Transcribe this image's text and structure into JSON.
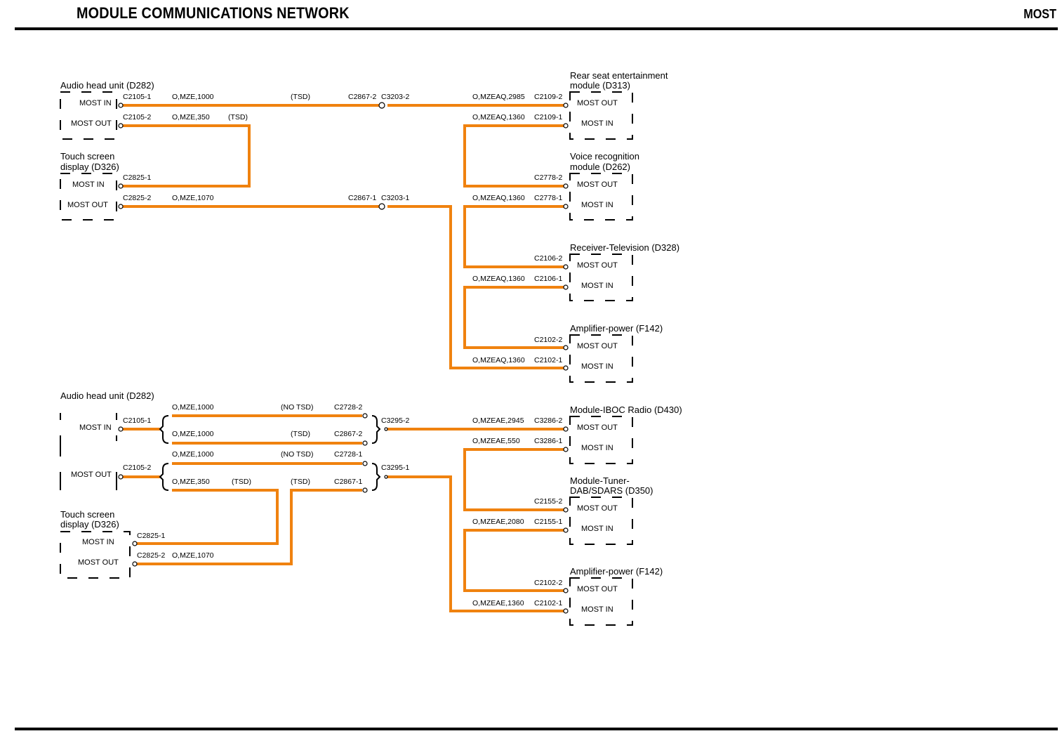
{
  "header": {
    "title": "MODULE COMMUNICATIONS NETWORK",
    "tag": "MOST"
  },
  "colors": {
    "wire": "#f0820f",
    "line": "#000000"
  },
  "modules": {
    "ahu1": "Audio head unit (D282)",
    "tsd1a": "Touch screen",
    "tsd1b": "display (D326)",
    "rse_a": "Rear seat entertainment",
    "rse_b": "module (D313)",
    "vrm_a": "Voice recognition",
    "vrm_b": "module (D262)",
    "rtv": "Receiver-Television (D328)",
    "amp1": "Amplifier-power (F142)",
    "ahu2": "Audio head unit (D282)",
    "tsd2a": "Touch screen",
    "tsd2b": "display (D326)",
    "iboc": "Module-IBOC Radio (D430)",
    "tuner_a": "Module-Tuner-",
    "tuner_b": "DAB/SDARS (D350)",
    "amp2": "Amplifier-power (F142)"
  },
  "pins": {
    "most_in": "MOST IN",
    "most_out": "MOST OUT"
  },
  "connectors": {
    "c2105_1": "C2105-1",
    "c2105_2": "C2105-2",
    "c2825_1": "C2825-1",
    "c2825_2": "C2825-2",
    "c2867_2": "C2867-2",
    "c3203_2": "C3203-2",
    "c2867_1": "C2867-1",
    "c3203_1": "C3203-1",
    "c2109_2": "C2109-2",
    "c2109_1": "C2109-1",
    "c2778_2": "C2778-2",
    "c2778_1": "C2778-1",
    "c2106_2": "C2106-2",
    "c2106_1": "C2106-1",
    "c2102_2": "C2102-2",
    "c2102_1": "C2102-1",
    "c2728_2": "C2728-2",
    "c2728_1": "C2728-1",
    "c3295_2": "C3295-2",
    "c3295_1": "C3295-1",
    "c3286_2": "C3286-2",
    "c3286_1": "C3286-1",
    "c2155_2": "C2155-2",
    "c2155_1": "C2155-1"
  },
  "wires": {
    "mze_1000": "O,MZE,1000",
    "mze_350": "O,MZE,350",
    "mze_1070": "O,MZE,1070",
    "mzeaq_2985": "O,MZEAQ,2985",
    "mzeaq_1360": "O,MZEAQ,1360",
    "mzeae_2945": "O,MZEAE,2945",
    "mzeae_550": "O,MZEAE,550",
    "mzeae_2080": "O,MZEAE,2080",
    "mzeae_1360": "O,MZEAE,1360"
  },
  "notes": {
    "tsd": "(TSD)",
    "no_tsd": "(NO TSD)"
  }
}
